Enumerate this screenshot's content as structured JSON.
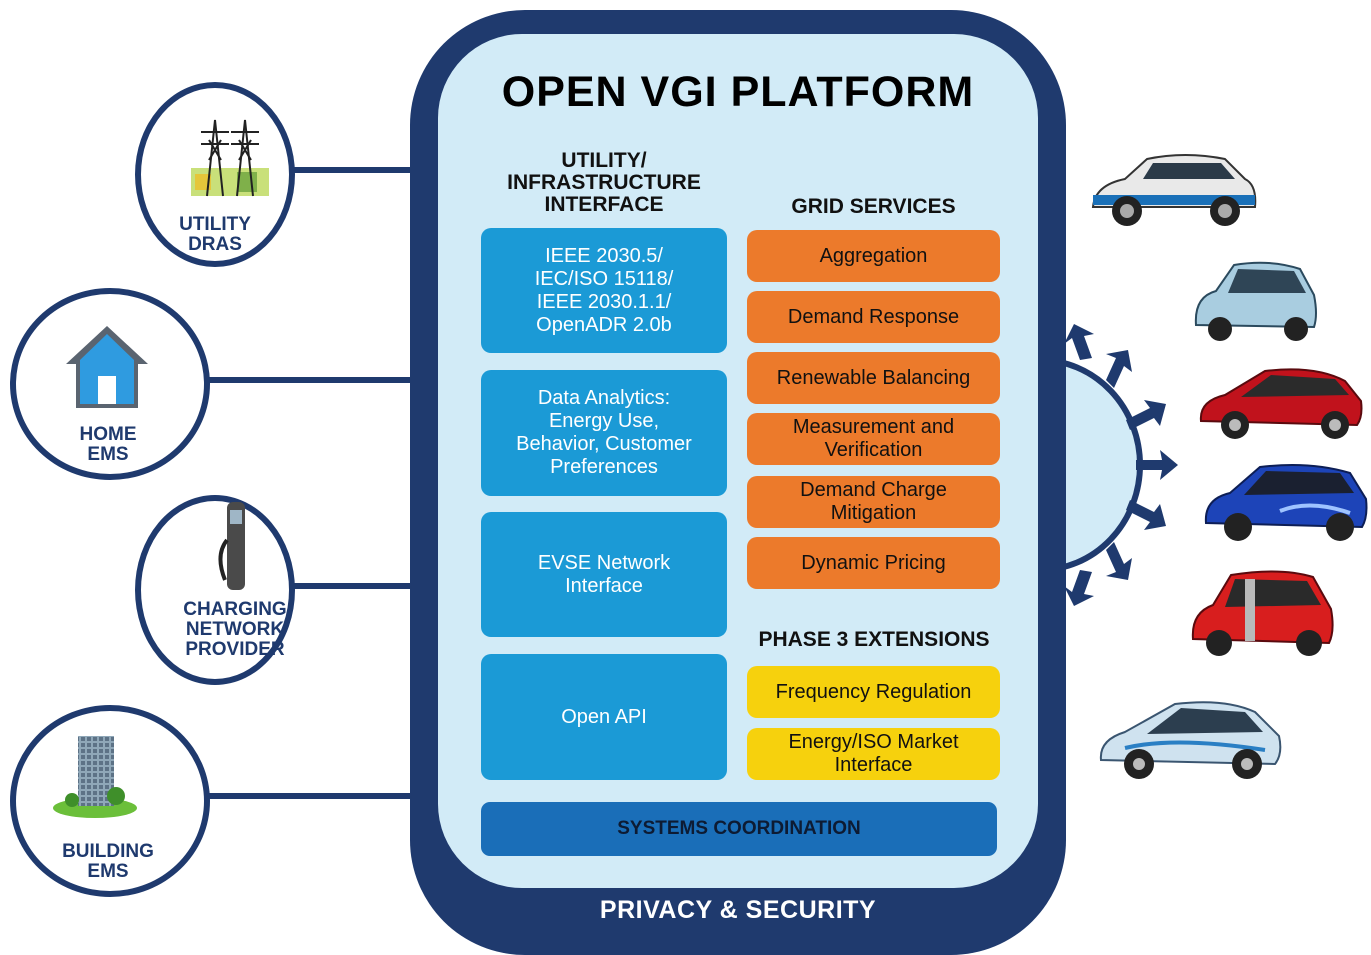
{
  "platform": {
    "title": "OPEN VGI PLATFORM",
    "footer": "PRIVACY & SECURITY",
    "systems_coordination": "SYSTEMS COORDINATION"
  },
  "interface_column": {
    "heading": [
      "UTILITY/",
      "INFRASTRUCTURE",
      "INTERFACE"
    ],
    "boxes": [
      {
        "lines": [
          "IEEE 2030.5/",
          "IEC/ISO 15118/",
          "IEEE 2030.1.1/",
          "OpenADR 2.0b"
        ]
      },
      {
        "lines": [
          "Data Analytics:",
          "Energy Use,",
          "Behavior, Customer",
          "Preferences"
        ]
      },
      {
        "lines": [
          "EVSE Network",
          "Interface"
        ]
      },
      {
        "lines": [
          "Open API"
        ]
      }
    ]
  },
  "grid_services": {
    "heading": "GRID SERVICES",
    "items": [
      {
        "lines": [
          "Aggregation"
        ]
      },
      {
        "lines": [
          "Demand Response"
        ]
      },
      {
        "lines": [
          "Renewable Balancing"
        ]
      },
      {
        "lines": [
          "Measurement and",
          "Verification"
        ]
      },
      {
        "lines": [
          "Demand Charge",
          "Mitigation"
        ]
      },
      {
        "lines": [
          "Dynamic Pricing"
        ]
      }
    ]
  },
  "phase3": {
    "heading": "PHASE 3 EXTENSIONS",
    "items": [
      {
        "lines": [
          "Frequency Regulation"
        ]
      },
      {
        "lines": [
          "Energy/ISO Market",
          "Interface"
        ]
      }
    ]
  },
  "side_nodes": [
    {
      "icon": "power-tower-icon",
      "lines": [
        "UTILITY",
        "DRAS"
      ]
    },
    {
      "icon": "house-icon",
      "lines": [
        "HOME",
        "EMS"
      ]
    },
    {
      "icon": "charger-icon",
      "lines": [
        "CHARGING",
        "NETWORK",
        "PROVIDER"
      ]
    },
    {
      "icon": "building-icon",
      "lines": [
        "BUILDING",
        "EMS"
      ]
    }
  ],
  "vehicles": [
    {
      "icon": "car-white-icon",
      "color": "#e9e9e9"
    },
    {
      "icon": "car-lightblue-icon",
      "color": "#a9cde0"
    },
    {
      "icon": "car-red-icon",
      "color": "#c1121c"
    },
    {
      "icon": "car-blue-icon",
      "color": "#1d44b8"
    },
    {
      "icon": "car-smart-red-icon",
      "color": "#d81e1e"
    },
    {
      "icon": "car-prius-icon",
      "color": "#cfe2ef"
    }
  ],
  "colors": {
    "navy": "#1f3a6e",
    "platform_fill": "#d2ebf7",
    "interface_blue": "#1b9ad6",
    "service_orange": "#ec7a2b",
    "extension_yellow": "#f6d10d",
    "coordination_blue": "#1a6eb8"
  }
}
